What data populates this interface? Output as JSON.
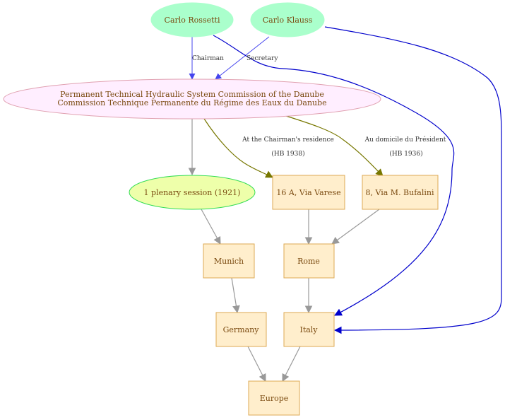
{
  "colors": {
    "person_fill": "#aaffcc",
    "commission_fill": "#ffeeff",
    "commission_stroke": "#e0a0b0",
    "session_fill": "#eeffaa",
    "session_stroke": "#33dd55",
    "place_fill": "#ffeecc",
    "place_stroke": "#ddaa55",
    "role_edge": "#4444ee",
    "residence_edge": "#777700",
    "person_place_edge": "#0000cc",
    "plain_edge": "#999999",
    "node_text": "#7a4a10"
  },
  "nodes": {
    "rossetti": {
      "label": "Carlo Rossetti"
    },
    "klauss": {
      "label": "Carlo Klauss"
    },
    "commission": {
      "label_line1": "Permanent Technical Hydraulic System Commission of the Danube",
      "label_line2": "Commission Technique Permanente du Régime des Eaux du Danube"
    },
    "session": {
      "label": "1 plenary session (1921)"
    },
    "via_varese": {
      "label": "16 A, Via Varese"
    },
    "via_bufalini": {
      "label": "8, Via M. Bufalini"
    },
    "munich": {
      "label": "Munich"
    },
    "rome": {
      "label": "Rome"
    },
    "germany": {
      "label": "Germany"
    },
    "italy": {
      "label": "Italy"
    },
    "europe": {
      "label": "Europe"
    }
  },
  "edges": {
    "chairman": {
      "label": "Chairman"
    },
    "secretary": {
      "label": "Secretary"
    },
    "residence_en": {
      "label_line1": "At the Chairman's residence",
      "label_line2": "(HB 1938)"
    },
    "residence_fr": {
      "label_line1": "Au domicile du Président",
      "label_line2": "(HB 1936)"
    }
  }
}
